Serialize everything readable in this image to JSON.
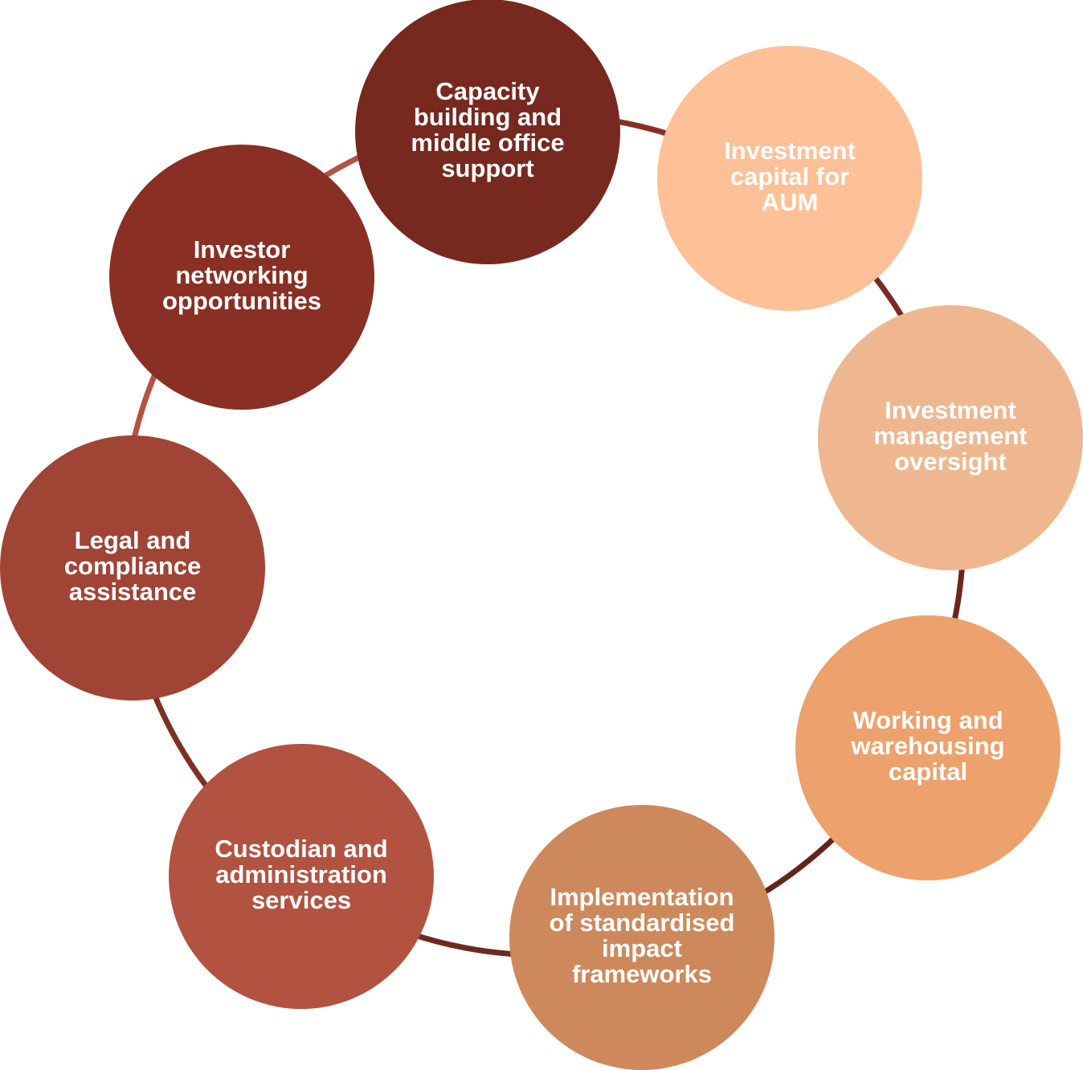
{
  "nodes": [
    {
      "id": "capacity-building",
      "label_lines": [
        "Capacity",
        "building and",
        "middle office",
        "support"
      ],
      "color": "#77281F"
    },
    {
      "id": "investment-capital",
      "label_lines": [
        "Investment",
        "capital for",
        "AUM"
      ],
      "color": "#FDC097"
    },
    {
      "id": "investment-management",
      "label_lines": [
        "Investment",
        "management",
        "oversight"
      ],
      "color": "#EFB78F"
    },
    {
      "id": "working-capital",
      "label_lines": [
        "Working and",
        "warehousing",
        "capital"
      ],
      "color": "#EDA16D"
    },
    {
      "id": "impact-frameworks",
      "label_lines": [
        "Implementation",
        "of standardised",
        "impact",
        "frameworks"
      ],
      "color": "#CD895C"
    },
    {
      "id": "custodian-services",
      "label_lines": [
        "Custodian and",
        "administration",
        "services"
      ],
      "color": "#B25241"
    },
    {
      "id": "legal-compliance",
      "label_lines": [
        "Legal and",
        "compliance",
        "assistance"
      ],
      "color": "#A04435"
    },
    {
      "id": "investor-networking",
      "label_lines": [
        "Investor",
        "networking",
        "opportunities"
      ],
      "color": "#892F24"
    }
  ],
  "connectors": [
    {
      "from": "capacity-building",
      "to": "investment-capital",
      "color": "#8A2E24"
    },
    {
      "from": "investment-capital",
      "to": "investment-management",
      "color": "#7A2B22"
    },
    {
      "from": "investment-management",
      "to": "working-capital",
      "color": "#6C261E"
    },
    {
      "from": "working-capital",
      "to": "impact-frameworks",
      "color": "#62241C"
    },
    {
      "from": "impact-frameworks",
      "to": "custodian-services",
      "color": "#6E2A20"
    },
    {
      "from": "custodian-services",
      "to": "legal-compliance",
      "color": "#7E3024"
    },
    {
      "from": "legal-compliance",
      "to": "investor-networking",
      "color": "#B45340"
    },
    {
      "from": "investor-networking",
      "to": "capacity-building",
      "color": "#B45340"
    }
  ]
}
